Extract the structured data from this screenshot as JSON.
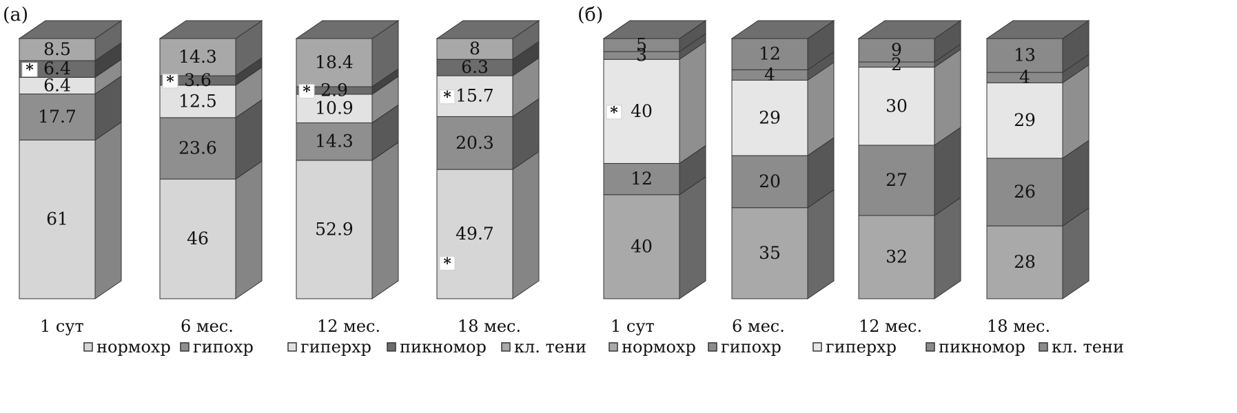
{
  "chart_data": [
    {
      "type": "bar",
      "stacked": true,
      "style": "3d",
      "panel_label": "(а)",
      "categories": [
        "1 сут",
        "6 мес.",
        "12 мес.",
        "18 мес."
      ],
      "series": [
        {
          "name": "нормохр",
          "values": [
            61,
            46,
            52.9,
            49.7
          ]
        },
        {
          "name": "гипохр",
          "values": [
            17.7,
            23.6,
            14.3,
            20.3
          ]
        },
        {
          "name": "гиперхр",
          "values": [
            6.4,
            12.5,
            10.9,
            15.7
          ]
        },
        {
          "name": "пикномор",
          "values": [
            6.4,
            3.6,
            2.9,
            6.3
          ]
        },
        {
          "name": "кл. тени",
          "values": [
            8.5,
            14.3,
            18.4,
            8
          ]
        }
      ],
      "value_labels": [
        [
          "61",
          "46",
          "52.9",
          "49.7"
        ],
        [
          "17.7",
          "23.6",
          "14.3",
          "20.3"
        ],
        [
          "6.4",
          "12.5",
          "10.9",
          "15.7"
        ],
        [
          "6.4",
          "3.6",
          "2.9",
          "6.3"
        ],
        [
          "8.5",
          "14.3",
          "18.4",
          "8"
        ]
      ],
      "significance_marker": "*",
      "significance": [
        {
          "category": 0,
          "series": 3
        },
        {
          "category": 1,
          "series": 3
        },
        {
          "category": 2,
          "series": 3
        },
        {
          "category": 3,
          "series": 2
        },
        {
          "category": 3,
          "series": 0
        }
      ],
      "ylim": [
        0,
        100
      ],
      "legend": [
        "нормохр",
        "гипохр",
        "гиперхр",
        "пикномор",
        "кл. тени"
      ],
      "legend_position": "bottom"
    },
    {
      "type": "bar",
      "stacked": true,
      "style": "3d",
      "panel_label": "(б)",
      "categories": [
        "1 сут",
        "6 мес.",
        "12 мес.",
        "18 мес."
      ],
      "series": [
        {
          "name": "нормохр",
          "values": [
            40,
            35,
            32,
            28
          ]
        },
        {
          "name": "гипохр",
          "values": [
            12,
            20,
            27,
            26
          ]
        },
        {
          "name": "гиперхр",
          "values": [
            40,
            29,
            30,
            29
          ]
        },
        {
          "name": "пикномор",
          "values": [
            3,
            4,
            2,
            4
          ]
        },
        {
          "name": "кл. тени",
          "values": [
            5,
            12,
            9,
            13
          ]
        }
      ],
      "value_labels": [
        [
          "40",
          "35",
          "32",
          "28"
        ],
        [
          "12",
          "20",
          "27",
          "26"
        ],
        [
          "40",
          "29",
          "30",
          "29"
        ],
        [
          "3",
          "4",
          "2",
          "4"
        ],
        [
          "5",
          "12",
          "9",
          "13"
        ]
      ],
      "significance_marker": "*",
      "significance": [
        {
          "category": 0,
          "series": 2
        }
      ],
      "ylim": [
        0,
        100
      ],
      "legend": [
        "нормохр",
        "гипохр",
        "гиперхр",
        "пикномор",
        "кл. тени"
      ],
      "legend_position": "bottom"
    }
  ],
  "colors": {
    "panel_a": [
      "#d6d6d6",
      "#8f8f8f",
      "#e2e2e2",
      "#6c6c6c",
      "#a8a8a8"
    ],
    "panel_b": [
      "#a9a9a9",
      "#8c8c8c",
      "#e6e6e6",
      "#8a8a8a",
      "#8a8a8a"
    ],
    "side": "#5c5c5c",
    "top": "#6e6e6e",
    "outline": "#333333"
  }
}
